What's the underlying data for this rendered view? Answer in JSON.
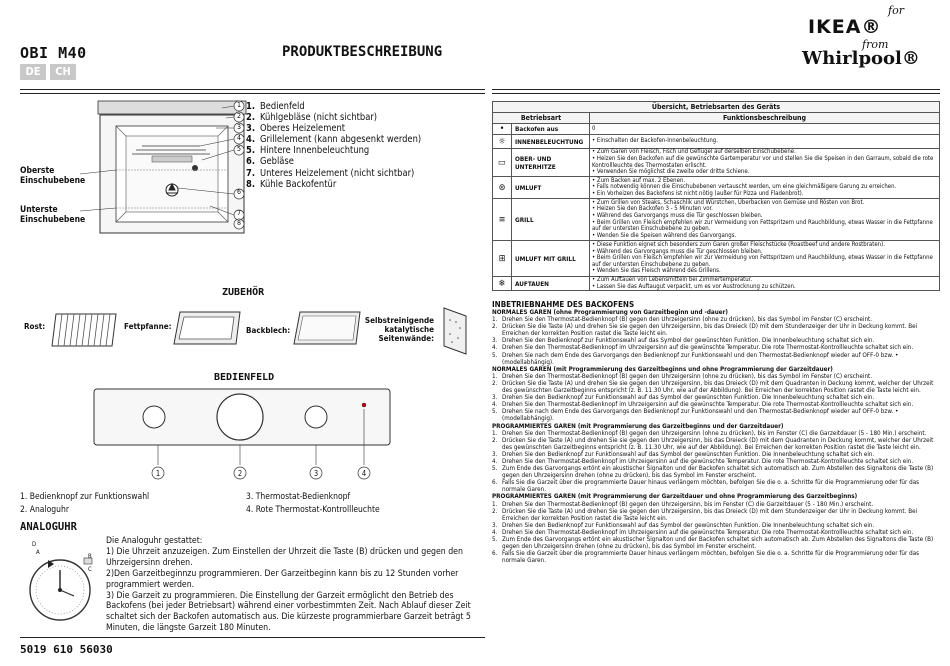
{
  "header": {
    "model": "OBI M40",
    "langs": [
      "DE",
      "CH"
    ],
    "title": "PRODUKTBESCHREIBUNG",
    "brand_for": "for",
    "brand_ikea": "IKEA®",
    "brand_from": "from",
    "brand_whirlpool": "Whirlpool®"
  },
  "oven": {
    "label_top_shelf": "Oberste Einschubebene",
    "label_bottom_shelf": "Unterste Einschubebene",
    "callouts": [
      "1",
      "2",
      "3",
      "4",
      "5",
      "6",
      "7",
      "8"
    ],
    "parts": [
      {
        "num": "1.",
        "label": "Bedienfeld"
      },
      {
        "num": "2.",
        "label": "Kühlgebläse (nicht sichtbar)"
      },
      {
        "num": "3.",
        "label": "Oberes Heizelement"
      },
      {
        "num": "4.",
        "label": "Grillelement (kann abgesenkt werden)"
      },
      {
        "num": "5.",
        "label": "Hintere Innenbeleuchtung"
      },
      {
        "num": "6.",
        "label": "Gebläse"
      },
      {
        "num": "7.",
        "label": "Unteres Heizelement (nicht sichtbar)"
      },
      {
        "num": "8.",
        "label": "Kühle Backofentür"
      }
    ]
  },
  "accessories": {
    "heading": "ZUBEHÖR",
    "rost": "Rost:",
    "fettpfanne": "Fettpfanne:",
    "backblech": "Backblech:",
    "seitenwaende": "Selbstreinigende katalytische Seitenwände:"
  },
  "panel": {
    "heading": "BEDIENFELD",
    "callouts": [
      "1",
      "2",
      "3",
      "4"
    ],
    "legend": [
      "1.  Bedienknopf zur Funktionswahl",
      "3.  Thermostat-Bedienknopf",
      "2.  Analoguhr",
      "4.  Rote Thermostat-Kontrollleuchte"
    ]
  },
  "analog": {
    "heading": "ANALOGUHR",
    "intro": "Die Analoguhr gestattet:",
    "items": [
      "1) Die Uhrzeit anzuzeigen. Zum Einstellen der Uhrzeit die Taste (B) drücken und gegen den Uhrzeigersinn drehen.",
      "2)Den Garzeitbeginnzu programmieren. Der Garzeitbeginn kann bis zu 12 Stunden vorher programmiert werden.",
      "3) Die Garzeit zu programmieren. Die Einstellung der Garzeit ermöglicht den Betrieb des Backofens (bei jeder Betriebsart) während einer vorbestimmten Zeit. Nach Ablauf dieser Zeit schaltet sich der Backofen automatisch aus. Die kürzeste programmierbare Garzeit beträgt 5 Minuten, die längste Garzeit 180 Minuten."
    ],
    "dial_labels": [
      "D",
      "A",
      "B",
      "C"
    ]
  },
  "footer": {
    "code": "5019 610 56030"
  },
  "table": {
    "title": "Übersicht, Betriebsarten des Geräts",
    "col_mode": "Betriebsart",
    "col_desc": "Funktionsbeschreibung",
    "rows": [
      {
        "icon": "•",
        "mode": "Backofen aus",
        "desc": [
          "0"
        ],
        "plain": true
      },
      {
        "icon": "☼",
        "mode": "INNENBELEUCHTUNG",
        "desc": [
          "Einschalten der Backofen-Innenbeleuchtung."
        ]
      },
      {
        "icon": "▭",
        "mode": "OBER- UND UNTERHITZE",
        "desc": [
          "Zum Garen von Fleisch, Fisch und Geflügel auf derselben Einschubebene.",
          "Heizen Sie den Backofen auf die gewünschte Gartemperatur vor und stellen Sie die Speisen in den Garraum, sobald die rote Kontrollleuchte des Thermostaten erlischt.",
          "Verwenden Sie möglichst die zweite oder dritte Schiene."
        ]
      },
      {
        "icon": "⊛",
        "mode": "UMLUFT",
        "desc": [
          "Zum Backen auf max. 2 Ebenen.",
          "Falls notwendig können die Einschubebenen vertauscht werden, um eine gleichmäßigere Garung zu erreichen.",
          "Ein Vorheizen des Backofens ist nicht nötig (außer für Pizza und Fladenbrot)."
        ]
      },
      {
        "icon": "≡",
        "mode": "GRILL",
        "desc": [
          "Zum Grillen von Steaks, Schaschlik und Würstchen, Überbacken von Gemüse und Rösten von Brot.",
          "Heizen Sie den Backofen 3 - 5 Minuten vor.",
          "Während des Garvorgangs muss die Tür geschlossen bleiben.",
          "Beim Grillen von Fleisch empfehlen wir zur Vermeidung von Fettspritzern und Rauchbildung, etwas Wasser in die Fettpfanne auf der untersten Einschubebene zu geben.",
          "Wenden Sie die Speisen während des Garvorgangs."
        ]
      },
      {
        "icon": "⊞",
        "mode": "UMLUFT MIT GRILL",
        "desc": [
          "Diese Funktion eignet sich besonders zum Garen großer Fleischstücke (Roastbeef und andere Rostbraten).",
          "Während des Garvorgangs muss die Tür geschlossen bleiben.",
          "Beim Grillen von Fleisch empfehlen wir zur Vermeidung von Fettspritzern und Rauchbildung, etwas Wasser in die Fettpfanne auf der untersten Einschubebene zu geben.",
          "Wenden Sie das Fleisch während des Grillens."
        ]
      },
      {
        "icon": "❄",
        "mode": "AUFTAUEN",
        "desc": [
          "Zum Auftauen von Lebensmitteln bei Zimmertemperatur.",
          "Lassen Sie das Auftaugut verpackt, um es vor Austrocknung zu schützen."
        ]
      }
    ]
  },
  "instructions": {
    "heading": "INBETRIEBNAHME DES BACKOFENS",
    "blocks": [
      {
        "title": "NORMALES GAREN (ohne Programmierung von Garzeitbeginn und -dauer)",
        "steps": [
          "Drehen Sie den Thermostat-Bedienknopf (B) gegen den Uhrzeigersinn (ohne zu drücken), bis das Symbol im Fenster (C) erscheint.",
          "Drücken Sie die Taste (A) und drehen Sie sie gegen den Uhrzeigersinn, bis das Dreieck (D) mit dem Stundenzeiger der Uhr in Deckung kommt. Bei Erreichen der korrekten Position rastet die Taste leicht ein.",
          "Drehen Sie den Bedienknopf zur Funktionswahl auf das Symbol der gewünschten Funktion. Die Innenbeleuchtung schaltet sich ein.",
          "Drehen Sie den Thermostat-Bedienknopf im Uhrzeigersinn auf die gewünschte Temperatur. Die rote Thermostat-Kontrollleuchte schaltet sich ein.",
          "Drehen Sie nach dem Ende des Garvorgangs den Bedienknopf zur Funktionswahl und den Thermostat-Bedienknopf wieder auf OFF-0 bzw. • (modellabhängig)."
        ]
      },
      {
        "title": "NORMALES GAREN (mit Programmierung des Garzeitbeginns und ohne Programmierung der Garzeitdauer)",
        "steps": [
          "Drehen Sie den Thermostat-Bedienknopf (B) gegen den Uhrzeigersinn (ohne zu drücken), bis das Symbol im Fenster (C) erscheint.",
          "Drücken Sie die Taste (A) und drehen Sie sie gegen den Uhrzeigersinn, bis das Dreieck (D) mit dem Quadranten in Deckung kommt, welcher der Uhrzeit des gewünschten Garzeitbeginns entspricht (z. B. 11.30 Uhr, wie auf der Abbildung). Bei Erreichen der korrekten Position rastet die Taste leicht ein.",
          "Drehen Sie den Bedienknopf zur Funktionswahl auf das Symbol der gewünschten Funktion. Die Innenbeleuchtung schaltet sich ein.",
          "Drehen Sie den Thermostat-Bedienknopf im Uhrzeigersinn auf die gewünschte Temperatur. Die rote Thermostat-Kontrollleuchte schaltet sich ein.",
          "Drehen Sie nach dem Ende des Garvorgangs den Bedienknopf zur Funktionswahl und den Thermostat-Bedienknopf wieder auf OFF-0 bzw. • (modellabhängig)."
        ]
      },
      {
        "title": "PROGRAMMIERTES GAREN (mit Programmierung des Garzeitbeginns und der Garzeitdauer)",
        "steps": [
          "Drehen Sie den Thermostat-Bedienknopf (B) gegen den Uhrzeigersinn (ohne zu drücken), bis im Fenster (C) die Garzeitdauer (5 - 180 Min.) erscheint.",
          "Drücken Sie die Taste (A) und drehen Sie sie gegen den Uhrzeigersinn, bis das Dreieck (D) mit dem Quadranten in Deckung kommt, welcher der Uhrzeit des gewünschten Garzeitbeginns entspricht (z. B. 11.30 Uhr, wie auf der Abbildung). Bei Erreichen der korrekten Position rastet die Taste leicht ein.",
          "Drehen Sie den Bedienknopf zur Funktionswahl auf das Symbol der gewünschten Funktion. Die Innenbeleuchtung schaltet sich ein.",
          "Drehen Sie den Thermostat-Bedienknopf im Uhrzeigersinn auf die gewünschte Temperatur. Die rote Thermostat-Kontrollleuchte schaltet sich ein.",
          "Zum Ende des Garvorgangs ertönt ein akustischer Signalton und der Backofen schaltet sich automatisch ab. Zum Abstellen des Signaltons die Taste (B) gegen den Uhrzeigersinn drehen (ohne zu drücken), bis das Symbol im Fenster erscheint.",
          "Falls Sie die Garzeit über die programmierte Dauer hinaus verlängern möchten, befolgen Sie die o. a. Schritte für die Programmierung oder für das normale Garen."
        ]
      },
      {
        "title": "PROGRAMMIERTES GAREN (mit Programmierung der Garzeitdauer und ohne Programmierung des Garzeitbeginns)",
        "steps": [
          "Drehen Sie den Thermostat-Bedienknopf (B) gegen den Uhrzeigersinn, bis im Fenster (C) die Garzeitdauer (5 - 180 Min.) erscheint.",
          "Drücken Sie die Taste (A) und drehen Sie sie gegen den Uhrzeigersinn, bis das Dreieck (D) mit dem Stundenzeiger der Uhr in Deckung kommt. Bei Erreichen der korrekten Position rastet die Taste leicht ein.",
          "Drehen Sie den Bedienknopf zur Funktionswahl auf das Symbol der gewünschten Funktion. Die Innenbeleuchtung schaltet sich ein.",
          "Drehen Sie den Thermostat-Bedienknopf im Uhrzeigersinn auf die gewünschte Temperatur. Die rote Thermostat-Kontrollleuchte schaltet sich ein.",
          "Zum Ende des Garvorgangs ertönt ein akustischer Signalton und der Backofen schaltet sich automatisch ab. Zum Abstellen des Signaltons die Taste (B) gegen den Uhrzeigersinn drehen (ohne zu drücken), bis das Symbol im Fenster erscheint.",
          "Falls Sie die Garzeit über die programmierte Dauer hinaus verlängern möchten, befolgen Sie die o. a. Schritte für die Programmierung oder für das normale Garen."
        ]
      }
    ]
  }
}
